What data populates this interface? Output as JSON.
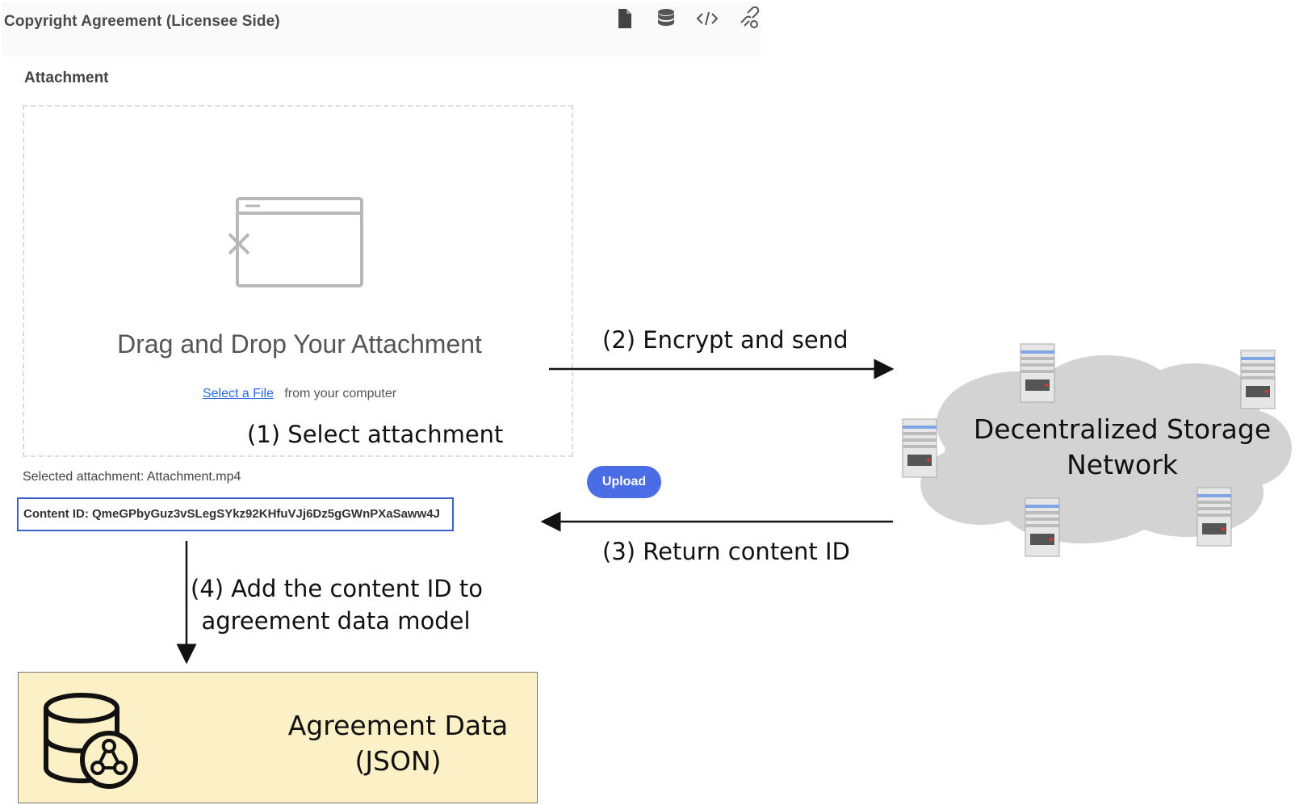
{
  "panel": {
    "title": "Copyright Agreement (Licensee Side)",
    "toolbar_icons": [
      "file-icon",
      "database-icon",
      "code-icon",
      "link-settings-icon"
    ],
    "section_label": "Attachment",
    "dropzone": {
      "title": "Drag and Drop Your Attachment",
      "link_text": "Select a File",
      "link_suffix": "from your computer",
      "icon": "window-close-icon"
    },
    "selected_attachment": "Selected attachment: Attachment.mp4",
    "upload_label": "Upload",
    "content_id": "Content ID: QmeGPbyGuz3vSLegSYkz92KHfuVJj6Dz5gGWnPXaSaww4J"
  },
  "steps": {
    "step1": "(1) Select attachment",
    "step2": "(2) Encrypt and send",
    "step3": "(3) Return content ID",
    "step4_line1": "(4) Add the content ID to",
    "step4_line2": "agreement data model"
  },
  "storage": {
    "label_line1": "Decentralized Storage",
    "label_line2": "Network",
    "node_icon": "server-icon"
  },
  "agreement": {
    "line1": "Agreement Data",
    "line2": "(JSON)",
    "icon": "database-graph-icon"
  },
  "colors": {
    "accent": "#4a6de5",
    "content_id_border": "#3a62c8",
    "link": "#2d6be4",
    "agreement_bg": "#fcf0c7",
    "cloud": "#d3d3d3"
  }
}
